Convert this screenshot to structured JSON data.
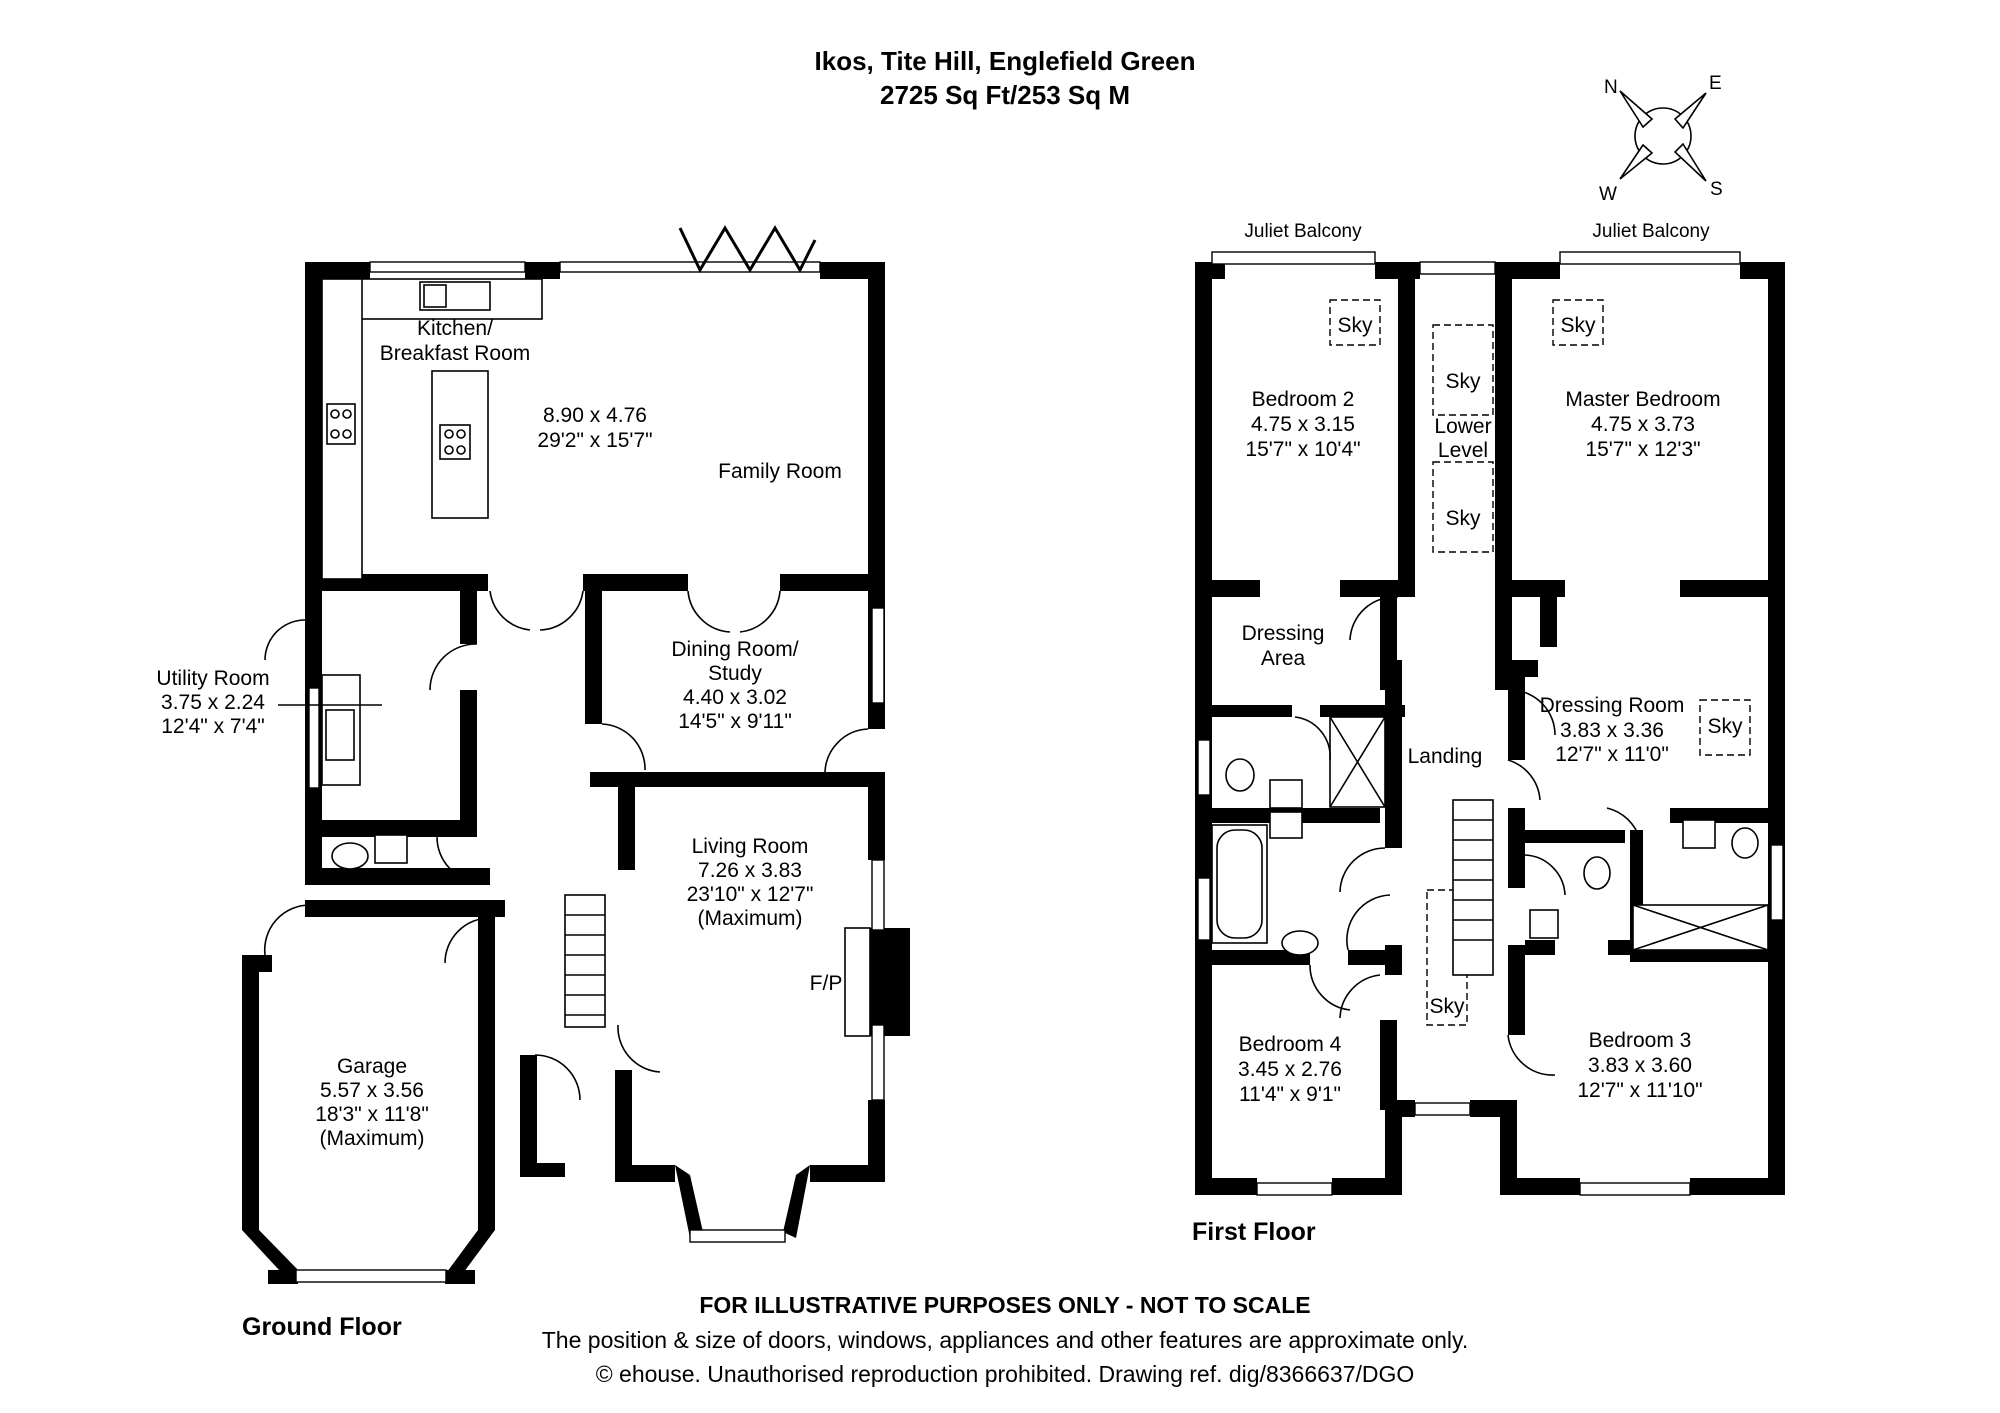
{
  "header": {
    "title": "Ikos, Tite Hill, Englefield Green",
    "area": "2725 Sq Ft/253 Sq M"
  },
  "compass": {
    "n": "N",
    "e": "E",
    "s": "S",
    "w": "W"
  },
  "ground_floor": {
    "label": "Ground Floor",
    "kitchen": {
      "name_1": "Kitchen/",
      "name_2": "Breakfast Room"
    },
    "kitchen_family_dims": {
      "metric": "8.90 x 4.76",
      "imperial": "29'2\" x 15'7\""
    },
    "family_room": {
      "name": "Family Room"
    },
    "utility": {
      "name": "Utility Room",
      "metric": "3.75 x 2.24",
      "imperial": "12'4\" x 7'4\""
    },
    "dining": {
      "name_1": "Dining Room/",
      "name_2": "Study",
      "metric": "4.40 x 3.02",
      "imperial": "14'5\" x 9'11\""
    },
    "living": {
      "name": "Living Room",
      "metric": "7.26 x 3.83",
      "imperial": "23'10\" x 12'7\"",
      "note": "(Maximum)",
      "fireplace": "F/P"
    },
    "garage": {
      "name": "Garage",
      "metric": "5.57 x 3.56",
      "imperial": "18'3\" x 11'8\"",
      "note": "(Maximum)"
    }
  },
  "first_floor": {
    "label": "First Floor",
    "juliet_left": "Juliet Balcony",
    "juliet_right": "Juliet Balcony",
    "bedroom2": {
      "name": "Bedroom 2",
      "metric": "4.75 x 3.15",
      "imperial": "15'7\" x 10'4\""
    },
    "master": {
      "name": "Master Bedroom",
      "metric": "4.75 x 3.73",
      "imperial": "15'7\" x 12'3\""
    },
    "lower_level": {
      "line1": "Lower",
      "line2": "Level"
    },
    "dressing_area": {
      "line1": "Dressing",
      "line2": "Area"
    },
    "landing": "Landing",
    "dressing_room": {
      "name": "Dressing Room",
      "metric": "3.83 x 3.36",
      "imperial": "12'7\" x 11'0\""
    },
    "bedroom4": {
      "name": "Bedroom 4",
      "metric": "3.45 x 2.76",
      "imperial": "11'4\" x 9'1\""
    },
    "bedroom3": {
      "name": "Bedroom 3",
      "metric": "3.83 x 3.60",
      "imperial": "12'7\" x 11'10\""
    },
    "sky": "Sky"
  },
  "footer": {
    "disclaimer": "FOR ILLUSTRATIVE PURPOSES ONLY - NOT TO SCALE",
    "line2": "The position & size of doors, windows, appliances and other features are approximate only.",
    "line3": "© ehouse. Unauthorised reproduction prohibited. Drawing ref. dig/8366637/DGO"
  }
}
